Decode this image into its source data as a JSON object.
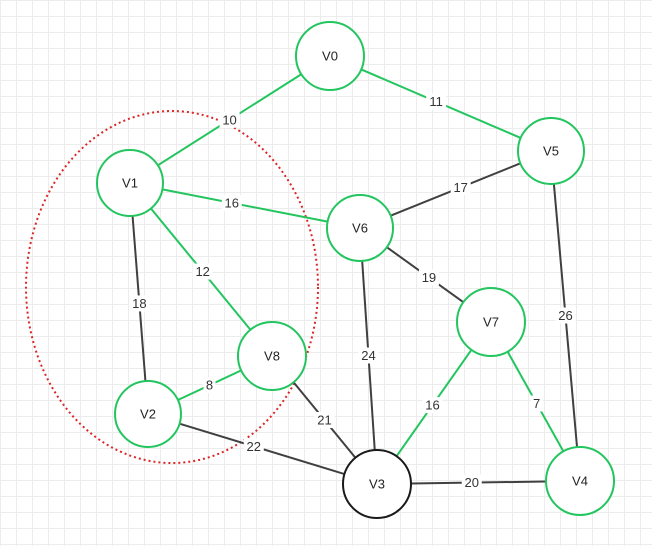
{
  "colors": {
    "mst_edge": "#22c55e",
    "plain_edge": "#404040",
    "node_green": "#22c55e",
    "node_black": "#1a1a1a",
    "highlight_ellipse": "#dc2626"
  },
  "nodes": [
    {
      "id": "V0",
      "label": "V0",
      "style": "green"
    },
    {
      "id": "V1",
      "label": "V1",
      "style": "green"
    },
    {
      "id": "V2",
      "label": "V2",
      "style": "green"
    },
    {
      "id": "V3",
      "label": "V3",
      "style": "black"
    },
    {
      "id": "V4",
      "label": "V4",
      "style": "green"
    },
    {
      "id": "V5",
      "label": "V5",
      "style": "green"
    },
    {
      "id": "V6",
      "label": "V6",
      "style": "green"
    },
    {
      "id": "V7",
      "label": "V7",
      "style": "green"
    },
    {
      "id": "V8",
      "label": "V8",
      "style": "green"
    }
  ],
  "edges": [
    {
      "from": "V0",
      "to": "V1",
      "weight": "10",
      "style": "green"
    },
    {
      "from": "V0",
      "to": "V5",
      "weight": "11",
      "style": "green"
    },
    {
      "from": "V1",
      "to": "V6",
      "weight": "16",
      "style": "green"
    },
    {
      "from": "V1",
      "to": "V8",
      "weight": "12",
      "style": "green"
    },
    {
      "from": "V1",
      "to": "V2",
      "weight": "18",
      "style": "black"
    },
    {
      "from": "V2",
      "to": "V8",
      "weight": "8",
      "style": "green"
    },
    {
      "from": "V2",
      "to": "V3",
      "weight": "22",
      "style": "black"
    },
    {
      "from": "V5",
      "to": "V6",
      "weight": "17",
      "style": "black"
    },
    {
      "from": "V5",
      "to": "V4",
      "weight": "26",
      "style": "black"
    },
    {
      "from": "V6",
      "to": "V7",
      "weight": "19",
      "style": "black"
    },
    {
      "from": "V6",
      "to": "V3",
      "weight": "24",
      "style": "black"
    },
    {
      "from": "V8",
      "to": "V3",
      "weight": "21",
      "style": "black"
    },
    {
      "from": "V7",
      "to": "V3",
      "weight": "16",
      "style": "green"
    },
    {
      "from": "V7",
      "to": "V4",
      "weight": "7",
      "style": "green"
    },
    {
      "from": "V3",
      "to": "V4",
      "weight": "20",
      "style": "black"
    }
  ]
}
